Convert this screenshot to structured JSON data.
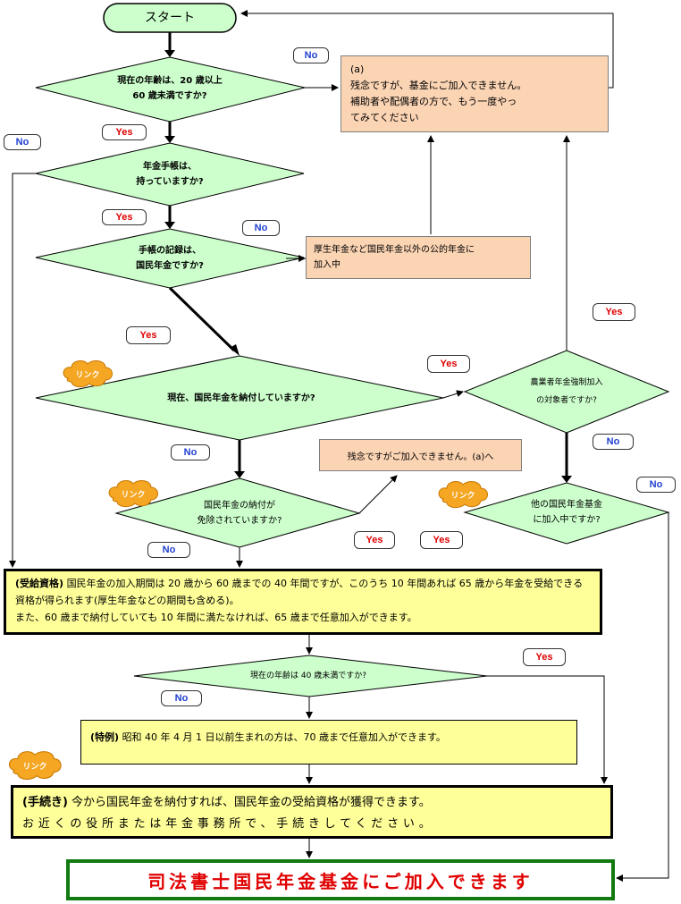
{
  "start": "スタート",
  "q1": "現在の年齢は、20 歳以上\n60 歳未満ですか?",
  "q2": "年金手帳は、\n持っていますか?",
  "q3": "手帳の記録は、\n国民年金ですか?",
  "q4": "現在、国民年金を納付していますか?",
  "q5": "国民年金の納付が\n免除されていますか?",
  "q6": "農業者年金強制加入\nの対象者ですか?",
  "q7": "他の国民年金基金\nに加入中ですか?",
  "q8": "現在の年齢は 40 歳未満ですか?",
  "box_a": "(a)\n残念ですが、基金にご加入できません。\n補助者や配偶者の方で、もう一度やっ\nてみてください",
  "box_other": "厚生年金など国民年金以外の公的年金に\n加入中",
  "box_redirect": "残念ですがご加入できません。(a)へ",
  "qualification": {
    "title": "(受給資格)",
    "text": "国民年金の加入期間は 20 歳から 60 歳までの 40 年間ですが、このうち 10 年間あれば 65 歳から年金を受給できる資格が得られます(厚生年金などの期間も含める)。\nまた、60 歳まで納付していても 10 年間に満たなければ、65 歳まで任意加入ができます。"
  },
  "special": {
    "title": "(特例)",
    "text": "昭和 40 年 4 月 1 日以前生まれの方は、70 歳まで任意加入ができます。"
  },
  "procedure": {
    "title": "(手続き)",
    "line1": "今から国民年金を納付すれば、国民年金の受給資格が獲得できます。",
    "line2": "お近くの役所または年金事務所で、手続きしてください。"
  },
  "final": "司法書士国民年金基金にご加入できます",
  "labels": {
    "yes": "Yes",
    "no": "No",
    "link": "リンク"
  },
  "colors": {
    "decision_fill": "#ccffcc",
    "decision_stroke": "#000000",
    "start_fill": "#ccffcc",
    "final_border": "#117a11",
    "final_text": "#e00000",
    "link_badge": "#f5a623"
  }
}
